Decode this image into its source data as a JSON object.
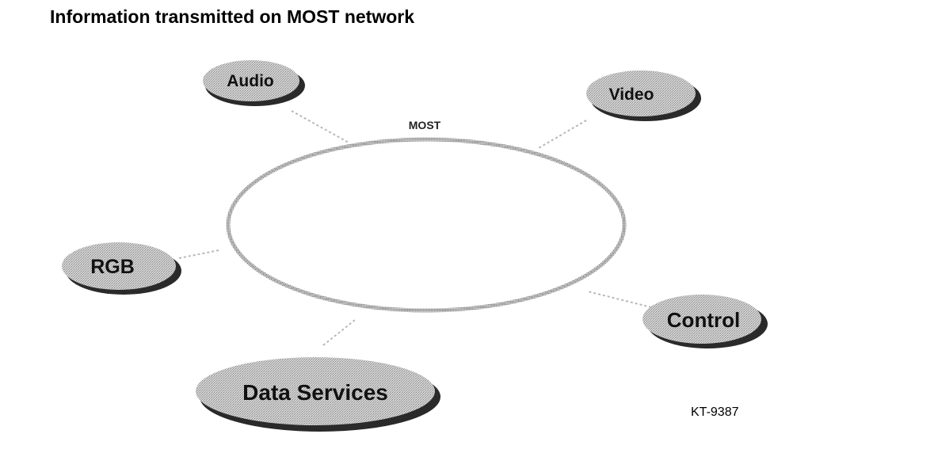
{
  "title": "Information transmitted on MOST network",
  "network_label": "MOST",
  "nodes": [
    {
      "id": "audio",
      "label": "Audio"
    },
    {
      "id": "video",
      "label": "Video"
    },
    {
      "id": "rgb",
      "label": "RGB"
    },
    {
      "id": "control",
      "label": "Control"
    },
    {
      "id": "data-services",
      "label": "Data Services"
    }
  ],
  "reference_code": "KT-9387",
  "colors": {
    "bubble_fill": "#bdbdbd",
    "bubble_shadow": "#2a2a2a",
    "ring_stroke": "#9a9a9a",
    "connector": "#b0b0b0"
  }
}
